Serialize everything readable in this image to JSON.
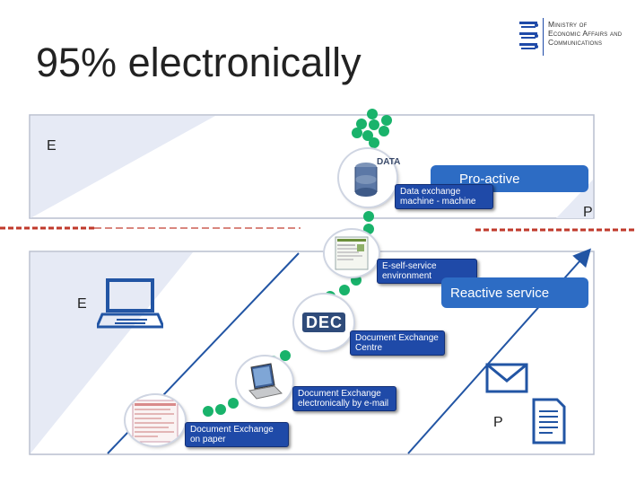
{
  "title": "95% electronically",
  "logo": {
    "lines": [
      "Ministry of",
      "Economic Affairs and",
      "Communications"
    ]
  },
  "top_panel": {
    "label_left": "E",
    "label_right": "P",
    "banner": "Pro-active",
    "data_icon_text": "DATA",
    "data_exchange_label": "Data exchange machine - machine"
  },
  "bottom_panel": {
    "label_left": "E",
    "label_right": "P",
    "banner": "Reactive service",
    "e_self_service_label": "E-self-service environment",
    "dec_logo_text": "DEC",
    "dec_label": "Document Exchange Centre",
    "email_label": "Document Exchange electronically by e-mail",
    "paper_label": "Document Exchange on paper"
  },
  "colors": {
    "panel_fill": "#eef1f8",
    "banner": "#2d6cc4",
    "label_box": "#1f4aa8",
    "dot_green": "#19b36b",
    "arrow_blue": "#2255a4",
    "dashed_red": "#c0392b"
  }
}
